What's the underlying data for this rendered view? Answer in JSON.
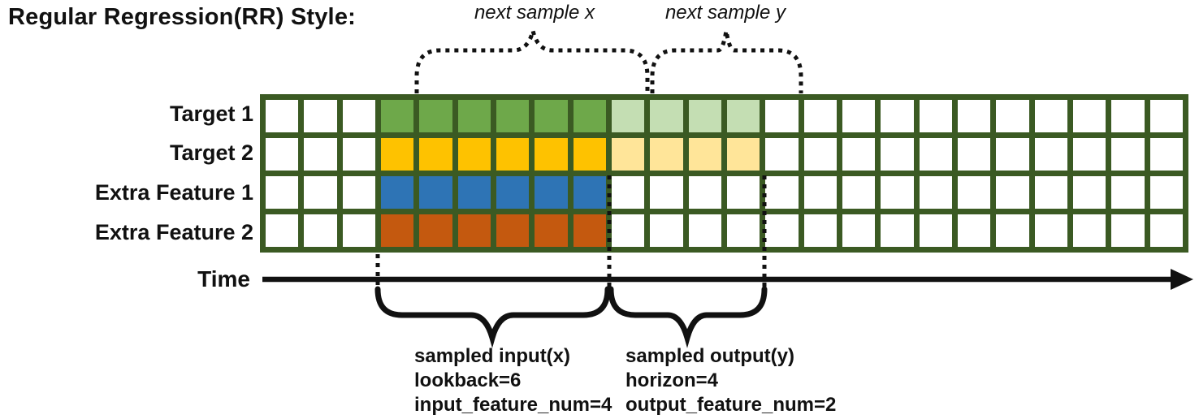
{
  "title": "Regular Regression(RR) Style:",
  "top_annotations": {
    "next_sample_x": "next sample x",
    "next_sample_y": "next sample y"
  },
  "grid": {
    "columns": 24,
    "border_color": "#3b5a23",
    "cell_color": "#ffffff",
    "input_col_start": 3,
    "lookback": 6,
    "horizon": 4,
    "rows": [
      {
        "label": "Target 1",
        "kind": "target",
        "input_color": "#6ea84a",
        "output_color": "#c4deb3"
      },
      {
        "label": "Target 2",
        "kind": "target",
        "input_color": "#fec200",
        "output_color": "#ffe599"
      },
      {
        "label": "Extra Feature 1",
        "kind": "extra",
        "input_color": "#2e74b5",
        "output_color": null
      },
      {
        "label": "Extra Feature 2",
        "kind": "extra",
        "input_color": "#c4590f",
        "output_color": null
      }
    ]
  },
  "time_axis": {
    "label": "Time"
  },
  "bottom_annotations": {
    "input": {
      "lines": [
        "sampled input(x)",
        "lookback=6",
        "input_feature_num=4"
      ]
    },
    "output": {
      "lines": [
        "sampled output(y)",
        "horizon=4",
        "output_feature_num=2"
      ]
    }
  },
  "colors": {
    "ink": "#111111",
    "grid_border": "#3b5a23"
  }
}
